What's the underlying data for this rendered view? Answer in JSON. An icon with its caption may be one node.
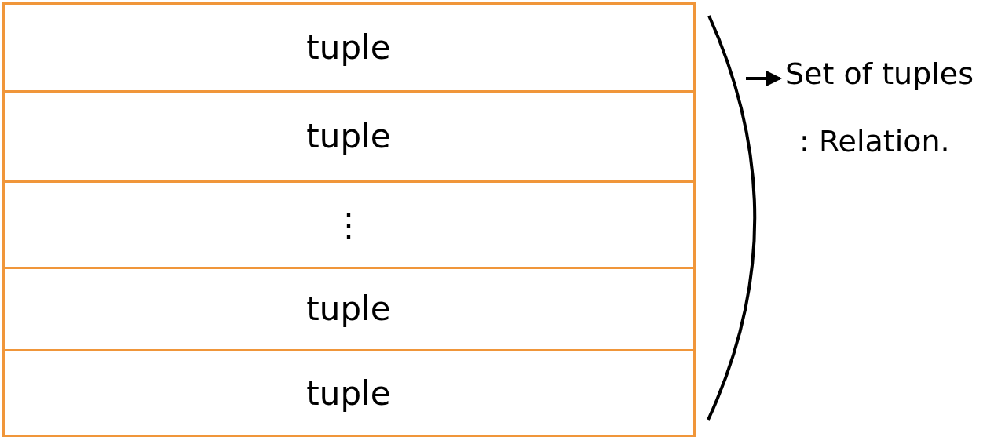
{
  "diagram": {
    "nodes": [
      {
        "text": [],
        "shape": "box"
      },
      {
        "text": [
          "tuple"
        ],
        "in": 0
      },
      {
        "text": [
          "tuple"
        ],
        "in": 0
      },
      {
        "text": [
          "⋮"
        ],
        "in": 0
      },
      {
        "text": [
          "tuple"
        ],
        "in": 0
      },
      {
        "text": [
          "tuple"
        ],
        "in": 0
      },
      {
        "text": [
          "Set of tuples",
          ": Relation."
        ]
      }
    ],
    "edges": [
      {
        "from": null,
        "to": 6,
        "arrow": "to"
      }
    ]
  }
}
